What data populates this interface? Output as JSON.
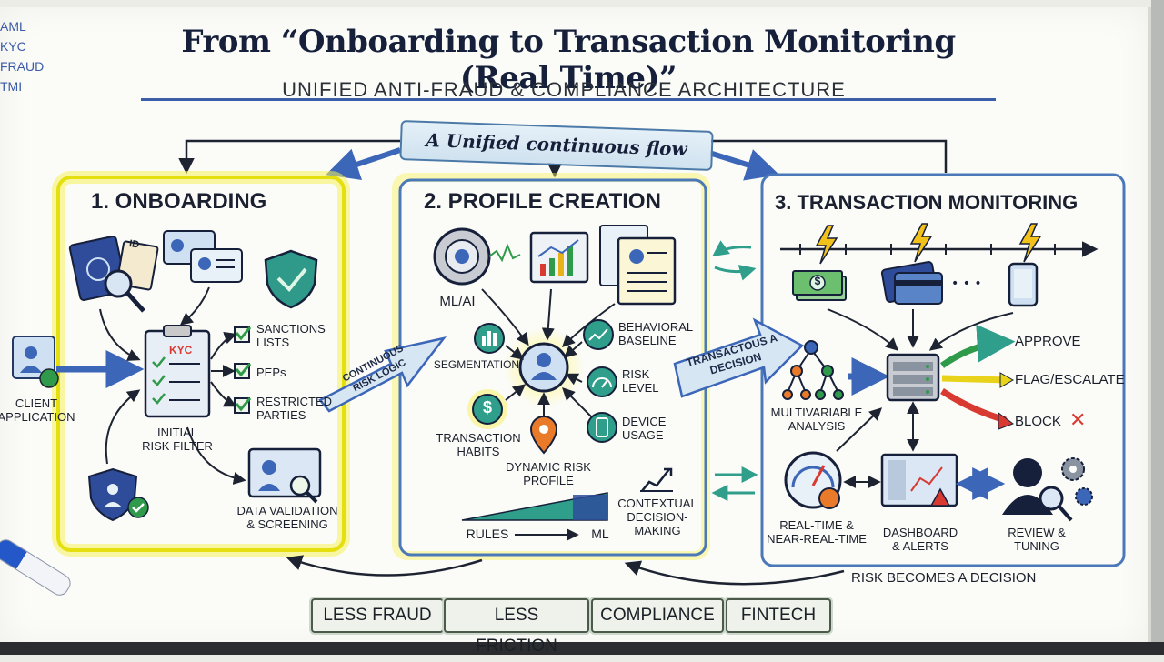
{
  "corner_notes": [
    "AML",
    "KYC",
    "FRAUD",
    "TMI"
  ],
  "title": "From “Onboarding to Transaction Monitoring (Real Time)”",
  "subtitle": "UNIFIED ANTI-FRAUD & COMPLIANCE ARCHITECTURE",
  "flow_banner": "A Unified continuous flow",
  "client": {
    "label_1": "CLIENT",
    "label_2": "APPLICATION"
  },
  "onboarding": {
    "title": "1. ONBOARDING",
    "kyc_label": "KYC",
    "filter_label_1": "INITIAL",
    "filter_label_2": "RISK FILTER",
    "checks": [
      "SANCTIONS LISTS",
      "PEPs",
      "RESTRICTED PARTIES"
    ],
    "validation_1": "DATA VALIDATION",
    "validation_2": "& SCREENING",
    "id_badge": "ID"
  },
  "arrow_1_label": "CONTINUOUS RISK LOGIC",
  "profile": {
    "title": "2. PROFILE CREATION",
    "ml_ai": "ML/AI",
    "segmentation": "SEGMENTATION",
    "behavioral_1": "BEHAVIORAL",
    "behavioral_2": "BASELINE",
    "risk_1": "RISK",
    "risk_2": "LEVEL",
    "device_1": "DEVICE",
    "device_2": "USAGE",
    "habits_1": "TRANSACTION",
    "habits_2": "HABITS",
    "dynamic_1": "DYNAMIC RISK",
    "dynamic_2": "PROFILE",
    "contextual_1": "CONTEXTUAL",
    "contextual_2": "DECISION-MAKING",
    "rules": "RULES",
    "ml": "ML",
    "dollar": "$"
  },
  "arrow_2_label": "TRANSACTOUS A DECISION",
  "monitoring": {
    "title": "3. TRANSACTION MONITORING",
    "multivariable_1": "MULTIVARIABLE",
    "multivariable_2": "ANALYSIS",
    "approve": "APPROVE",
    "flag": "FLAG/ESCALATE",
    "block": "BLOCK",
    "realtime_1": "REAL-TIME &",
    "realtime_2": "NEAR-REAL-TIME",
    "dashboard_1": "DASHBOARD",
    "dashboard_2": "& ALERTS",
    "review_1": "REVIEW &",
    "review_2": "TUNING",
    "dollar": "$",
    "dots": "• • •"
  },
  "footer_note": "RISK BECOMES A DECISION",
  "outcomes": [
    "LESS FRAUD",
    "LESS FRICTION",
    "COMPLIANCE",
    "FINTECH"
  ],
  "colors": {
    "highlight": "#f2ee2a",
    "panel_blue": "#4b78b8",
    "arrow_blue": "#3c66b8",
    "approve": "#2f9a4a",
    "flag": "#e8d21a",
    "block": "#d83a32",
    "teal": "#2f9e8a"
  },
  "icons": [
    "passport-icon",
    "id-card-icon",
    "shield-check-icon",
    "clipboard-icon",
    "check-box-icon",
    "user-shield-icon",
    "screen-search-icon",
    "gear-brain-icon",
    "chart-screen-icon",
    "profile-card-icon",
    "segment-chart-icon",
    "user-center-icon",
    "trend-icon",
    "gauge-icon",
    "phone-icon",
    "dollar-coin-icon",
    "location-pin-icon",
    "growth-chart-icon",
    "lightning-icon",
    "cash-icon",
    "credit-card-icon",
    "mobile-icon",
    "tree-icon",
    "server-icon",
    "speedometer-icon",
    "dashboard-icon",
    "reviewer-icon",
    "gears-icon",
    "sync-arrows-icon",
    "marker-icon"
  ]
}
